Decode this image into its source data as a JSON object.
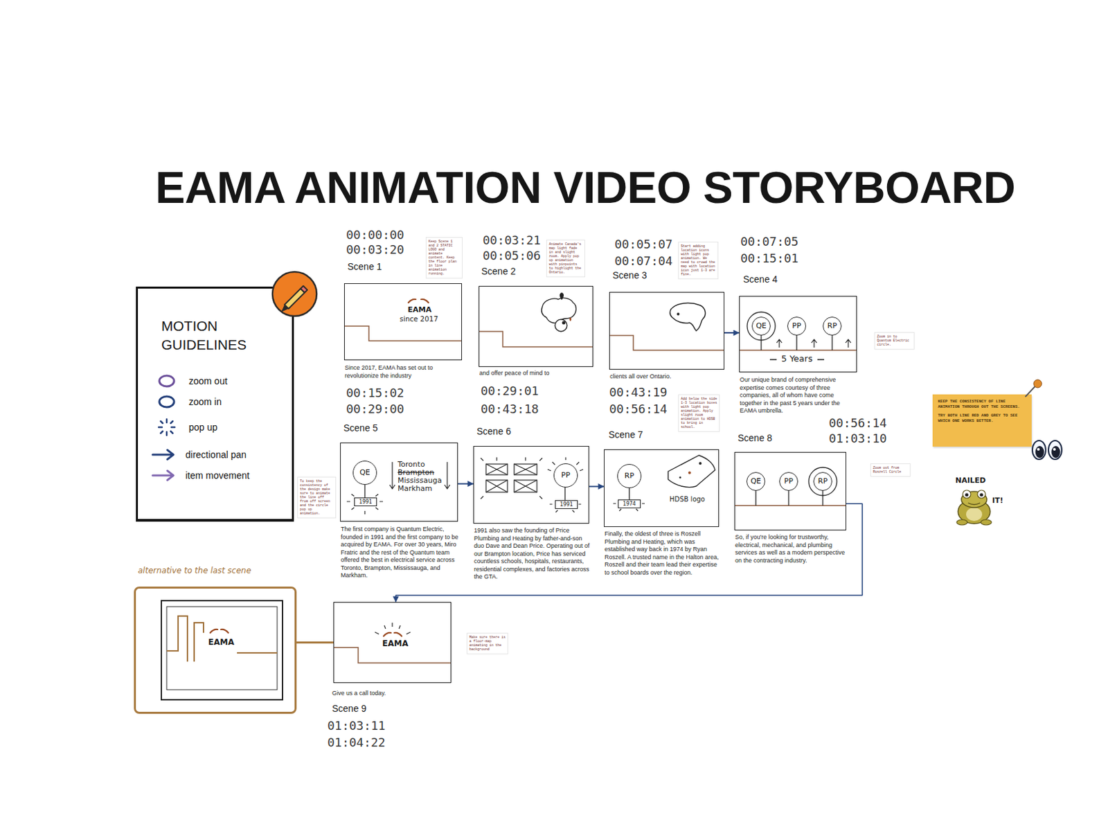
{
  "diagram": {
    "title": "EAMA ANIMATION VIDEO STORYBOARD",
    "nodes": [
      {
        "text": [
          "MOTION GUIDELINES"
        ]
      },
      {
        "text": [
          "Scene 1",
          "Since 2017, EAMA has set out to revolutionize the industry"
        ]
      },
      {
        "text": [
          "Scene 2",
          "and offer peace of mind to"
        ]
      },
      {
        "text": [
          "Scene 3",
          "clients all over Ontario."
        ]
      },
      {
        "text": [
          "Scene 4",
          "Our unique brand of comprehensive expertise comes courtesy of three companies, all of whom have come together in the past 5 years under the EAMA umbrella."
        ]
      },
      {
        "text": [
          "QE"
        ],
        "in": 4
      },
      {
        "text": [
          "PP"
        ],
        "in": 4
      },
      {
        "text": [
          "RP"
        ],
        "in": 4
      },
      {
        "text": [
          "Scene 5",
          "The first company is Quantum Electric, founded in 1991 and the first company to be acquired by EAMA. For over 30 years, Miro Fratric and the rest of the Quantum team offered the best in electrical service across Toronto, Brampton, Mississauga, and Markham."
        ]
      },
      {
        "text": [
          "QE"
        ],
        "in": 8
      },
      {
        "text": [
          "1991"
        ],
        "in": 8
      },
      {
        "text": [
          "Scene 6",
          "1991 also saw the founding of Price Plumbing and Heating by father-and-son duo Dave and Dean Price. Operating out of our Brampton location, Price has serviced countless schools, hospitals, restaurants, residential complexes, and factories across the GTA."
        ]
      },
      {
        "text": [
          "PP"
        ],
        "in": 11
      },
      {
        "text": [
          "1991"
        ],
        "in": 11
      },
      {
        "text": [
          "Scene 7",
          "Finally, the oldest of three is Roszell Plumbing and Heating, which was established way back in 1974 by Ryan Roszell. A trusted name in the Halton area, Roszell and their team lead their expertise to school boards over the region."
        ]
      },
      {
        "text": [
          "RP"
        ],
        "in": 14
      },
      {
        "text": [
          "1974"
        ],
        "in": 14
      },
      {
        "text": [
          "Scene 8",
          "So, if you're looking for trustworthy, electrical, mechanical, and plumbing services as well as a modern perspective on the contracting industry."
        ]
      },
      {
        "text": [
          "QE"
        ],
        "in": 17
      },
      {
        "text": [
          "PP"
        ],
        "in": 17
      },
      {
        "text": [
          "RP"
        ],
        "in": 17
      },
      {
        "text": [
          "alternative to the last scene"
        ]
      },
      {
        "text": [
          "Give us a call today.",
          "Scene 9"
        ]
      },
      {
        "text": [
          "KEEP THE CONSISTENCY OF LINE ANIMATION THROUGH OUT THE SCREENS.",
          "TRY BOTH LINE RED AND GREY TO SEE WHICH ONE WORKS BETTER."
        ]
      }
    ],
    "edges": [
      {
        "from": 3,
        "to": 4,
        "arrow": "to"
      },
      {
        "from": 8,
        "to": 11,
        "arrow": "to"
      },
      {
        "from": 11,
        "to": 14,
        "arrow": "to"
      },
      {
        "from": 17,
        "to": 22,
        "arrow": "to"
      },
      {
        "from": 21,
        "to": 22,
        "arrow": "none"
      }
    ],
    "labels": [
      "00:00:00",
      "00:03:20",
      "Keep Scene 1 and 2 STATIC LOGO and animate content. Keep the floor plan in line animation running.",
      "00:03:21",
      "00:05:06",
      "Animate Canada's map light fade in and slight zoom. Apply pop up animation with pinpoints to highlight the Ontario.",
      "00:05:07",
      "00:07:04",
      "Start adding location icons with light pop animation. We need to crowd the map with location icon just 1-3 are fine.",
      "00:07:05",
      "00:15:01",
      "EAMA",
      "since 2017",
      "5 Years",
      "Zoom in to Quantum Electric circle.",
      "00:15:02",
      "00:29:00",
      "00:29:01",
      "00:43:18",
      "00:43:19",
      "00:56:14",
      "Add below the side 1-3 location boxes with light pop animation. Apply slight zoom animation to HDSB to bring in school.",
      "00:56:14",
      "01:03:10",
      "To keep the consistency of the design make sure to animate the line off from off screen and the circle pop up animation.",
      "Toronto",
      "Brampton",
      "Mississauga",
      "Markham",
      "HDSB logo",
      "Zoom out from Roszell Circle",
      "EAMA",
      "EAMA",
      "Make sure there is a floor-map animating in the background",
      "01:03:11",
      "01:04:22",
      "NAILED",
      "IT!"
    ],
    "legend": [
      {
        "text": "zoom out"
      },
      {
        "text": "zoom in"
      },
      {
        "text": "pop up"
      },
      {
        "text": "directional pan"
      },
      {
        "text": "item movement"
      }
    ]
  }
}
